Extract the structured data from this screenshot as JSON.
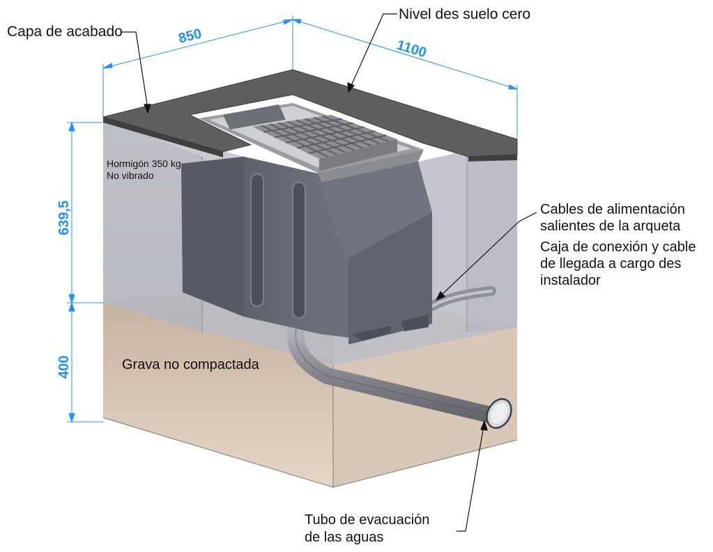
{
  "labels": {
    "finish_layer": "Capa de acabado",
    "ground_level": "Nivel des suelo cero",
    "concrete_line1": "Hormigón 350 kg",
    "concrete_line2": "No vibrado",
    "cables_line1": "Cables de alimentación",
    "cables_line2": "salientes de la arqueta",
    "junction_line1": "Caja de conexión y cable",
    "junction_line2": "de llegada a cargo des",
    "junction_line3": "instalador",
    "gravel": "Grava no compactada",
    "drain_line1": "Tubo de evacuación",
    "drain_line2": "de las aguas"
  },
  "dimensions": {
    "width": "850",
    "depth": "1100",
    "concrete_height": "639,5",
    "gravel_height": "400"
  },
  "colors": {
    "dimension": "#1e90ff",
    "slab": "#5f5f5f",
    "concrete": "#c9cbd2",
    "gravel": "#ccb8a5",
    "box": "#5d616c",
    "grate": "#b8b8b8"
  }
}
